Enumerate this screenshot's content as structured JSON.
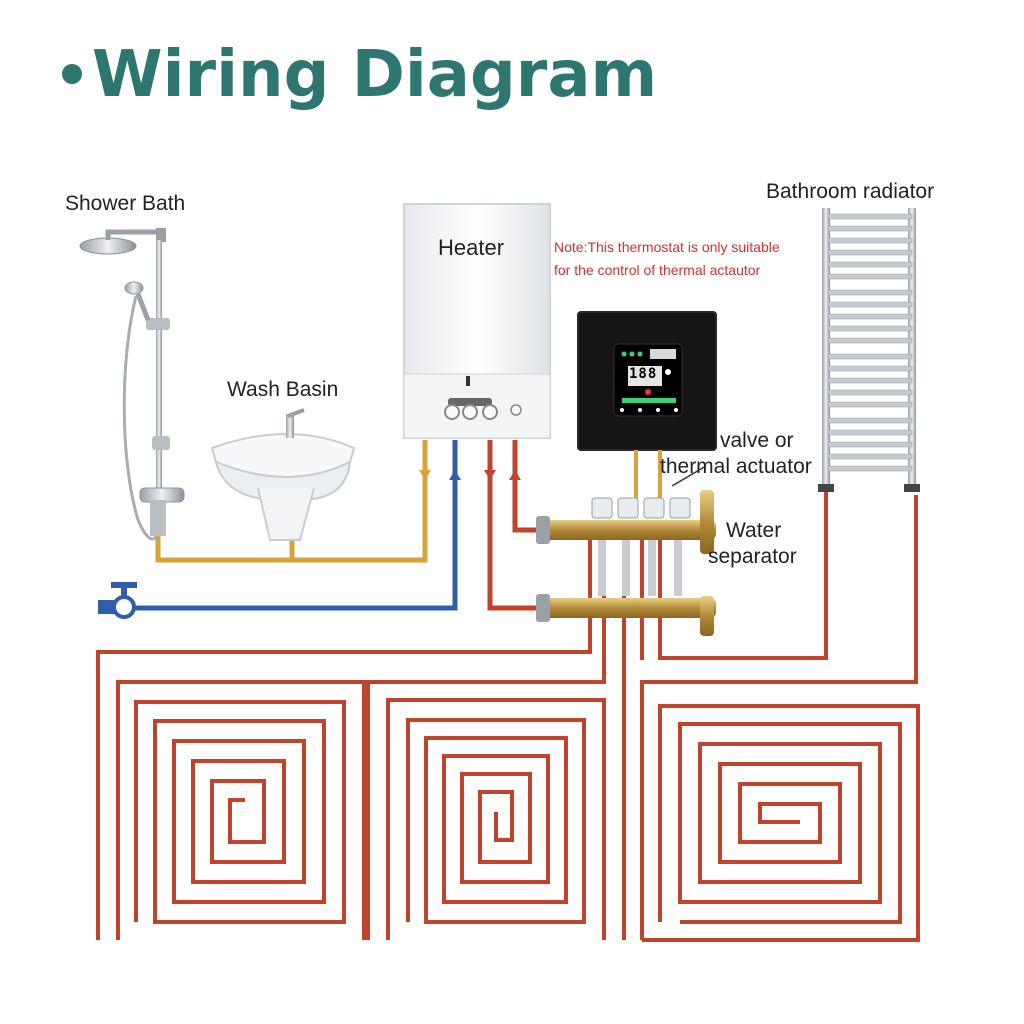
{
  "title": "Wiring Diagram",
  "labels": {
    "shower": "Shower Bath",
    "wash": "Wash Basin",
    "heater": "Heater",
    "radiator": "Bathroom radiator",
    "valve_line1": "valve or",
    "valve_line2": "thermal actuator",
    "water_line1": "Water",
    "water_line2": "separator"
  },
  "note": {
    "line1": "Note:This thermostat is only suitable",
    "line2": "for the control of thermal actautor"
  },
  "thermostat": {
    "display": "188"
  },
  "colors": {
    "title": "#2e7771",
    "hot_pipe": "#c0432b",
    "cold_pipe": "#2f5fa8",
    "yellow_pipe": "#d6a33a",
    "note": "#d0312d"
  }
}
